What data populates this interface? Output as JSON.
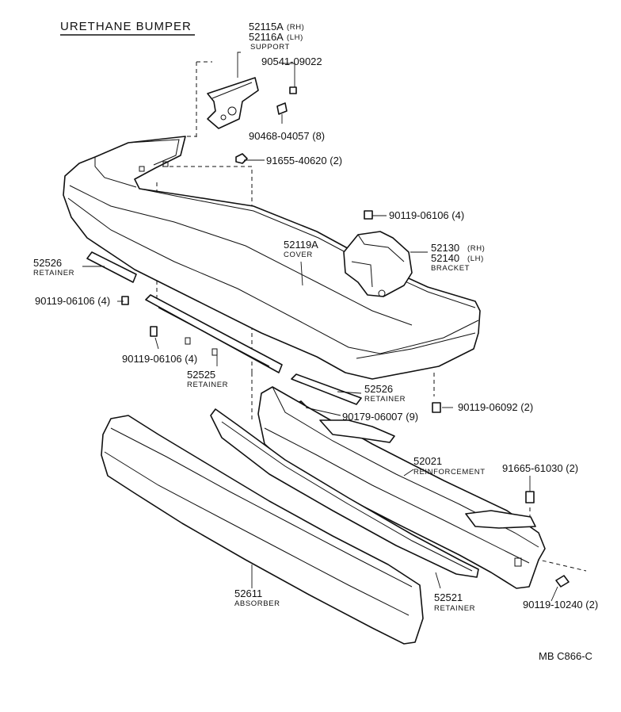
{
  "title": "URETHANE  BUMPER",
  "footer": "MB  C866-C",
  "parts": {
    "support": {
      "num_rh": "52115A",
      "rh": "(RH)",
      "num_lh": "52116A",
      "lh": "(LH)",
      "name": "SUPPORT"
    },
    "p90541": "90541-09022",
    "p90468": "90468-04057 (8)",
    "p91655": "91655-40620 (2)",
    "p90119a": "90119-06106 (4)",
    "cover": {
      "num": "52119A",
      "name": "COVER"
    },
    "bracket": {
      "num_rh": "52130",
      "rh": "(RH)",
      "num_lh": "52140",
      "lh": "(LH)",
      "name": "BRACKET"
    },
    "retainer_left": {
      "num": "52526",
      "name": "RETAINER"
    },
    "p90119b": "90119-06106 (4)",
    "p90119c": "90119-06106 (4)",
    "retainer_center": {
      "num": "52525",
      "name": "RETAINER"
    },
    "retainer_right": {
      "num": "52526",
      "name": "RETAINER"
    },
    "p90119d": "90119-06092 (2)",
    "p90179": "90179-06007 (9)",
    "reinforcement": {
      "num": "52021",
      "name": "REINFORCEMENT"
    },
    "p91665": "91665-61030 (2)",
    "absorber": {
      "num": "52611",
      "name": "ABSORBER"
    },
    "retainer_lower": {
      "num": "52521",
      "name": "RETAINER"
    },
    "p90119e": "90119-10240 (2)"
  }
}
